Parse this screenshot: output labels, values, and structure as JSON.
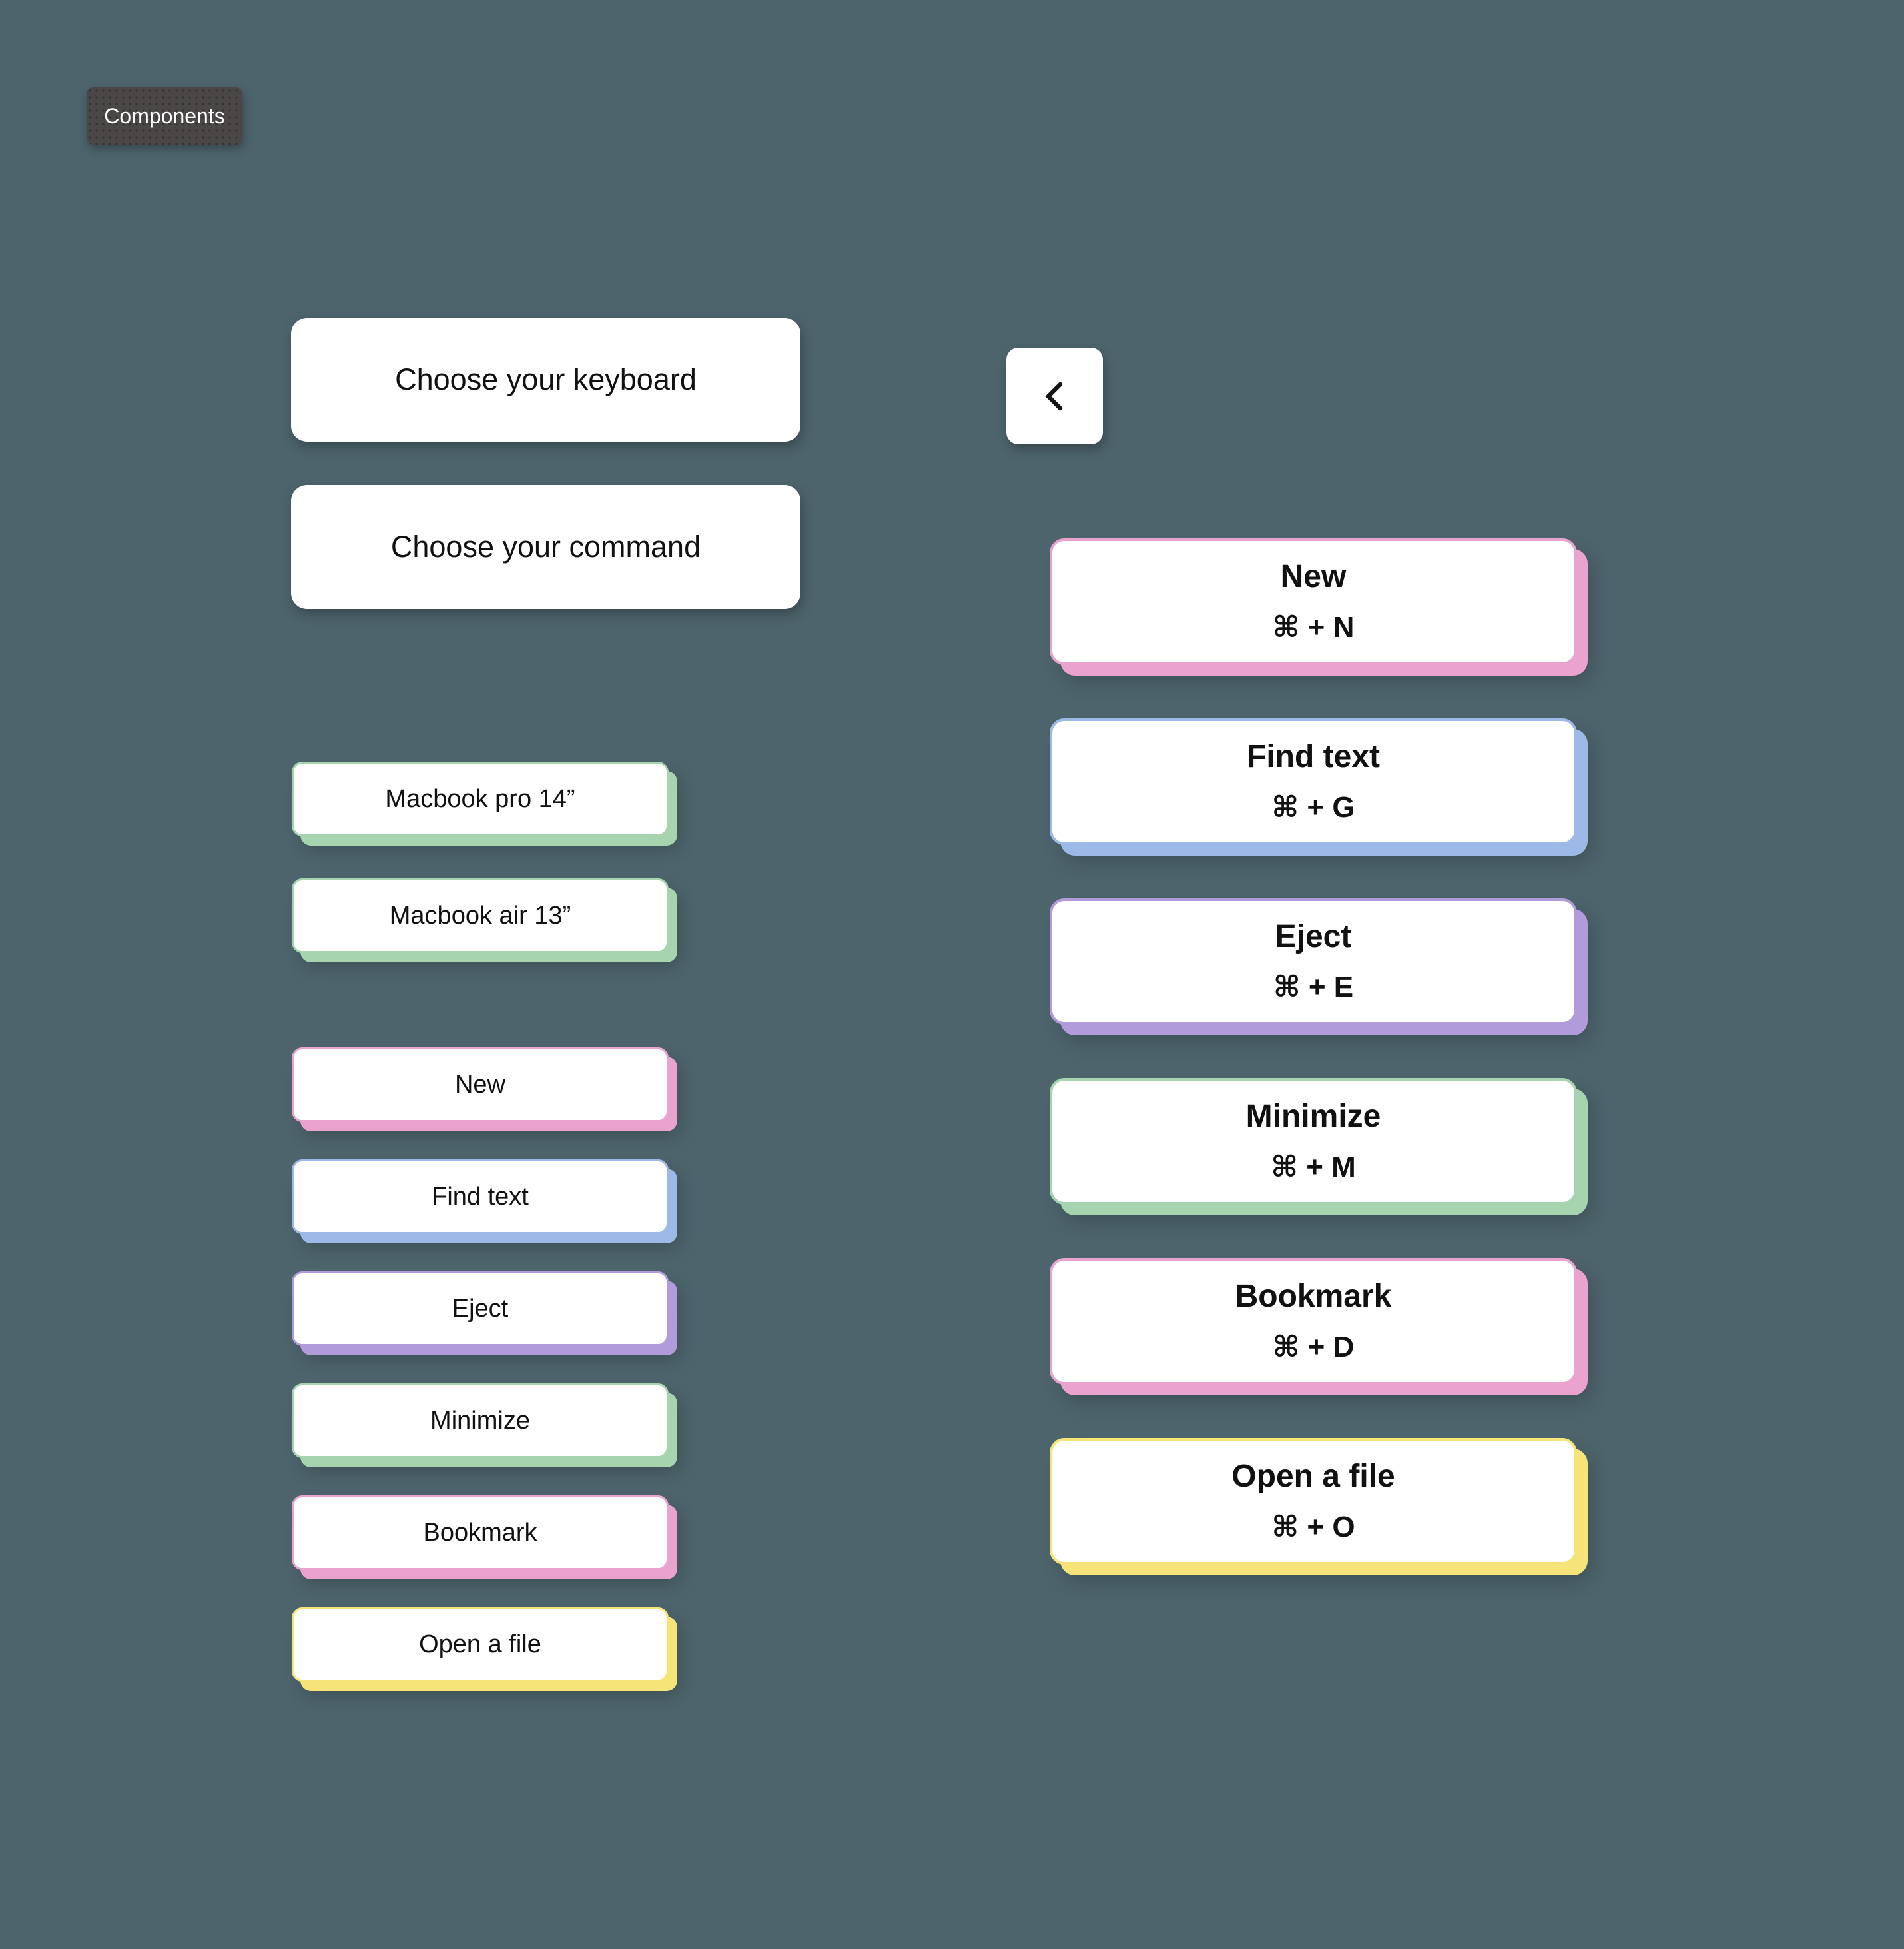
{
  "badge": {
    "label": "Components"
  },
  "colors": {
    "background": "#4d646c",
    "card_bg": "#ffffff",
    "text": "#111111",
    "badge_bg": "#4b4747",
    "badge_text": "#ffffff",
    "green": "#a5d4ae",
    "pink": "#eaa3cf",
    "blue": "#9db9e8",
    "purple": "#b29bda",
    "yellow": "#f7e478"
  },
  "prompts": [
    {
      "label": "Choose your keyboard"
    },
    {
      "label": "Choose your command"
    }
  ],
  "back_button": {
    "icon": "chevron-left"
  },
  "keyboards": [
    {
      "label": "Macbook pro 14”",
      "color": "green"
    },
    {
      "label": "Macbook air 13”",
      "color": "green"
    }
  ],
  "commands": [
    {
      "label": "New",
      "color": "pink"
    },
    {
      "label": "Find text",
      "color": "blue"
    },
    {
      "label": "Eject",
      "color": "purple"
    },
    {
      "label": "Minimize",
      "color": "green"
    },
    {
      "label": "Bookmark",
      "color": "pink"
    },
    {
      "label": "Open a file",
      "color": "yellow"
    }
  ],
  "shortcut_cards": [
    {
      "title": "New",
      "shortcut": "⌘ + N",
      "color": "pink"
    },
    {
      "title": "Find text",
      "shortcut": "⌘ + G",
      "color": "blue"
    },
    {
      "title": "Eject",
      "shortcut": "⌘ + E",
      "color": "purple"
    },
    {
      "title": "Minimize",
      "shortcut": "⌘ + M",
      "color": "green"
    },
    {
      "title": "Bookmark",
      "shortcut": "⌘ + D",
      "color": "pink"
    },
    {
      "title": "Open a file",
      "shortcut": "⌘ + O",
      "color": "yellow"
    }
  ]
}
